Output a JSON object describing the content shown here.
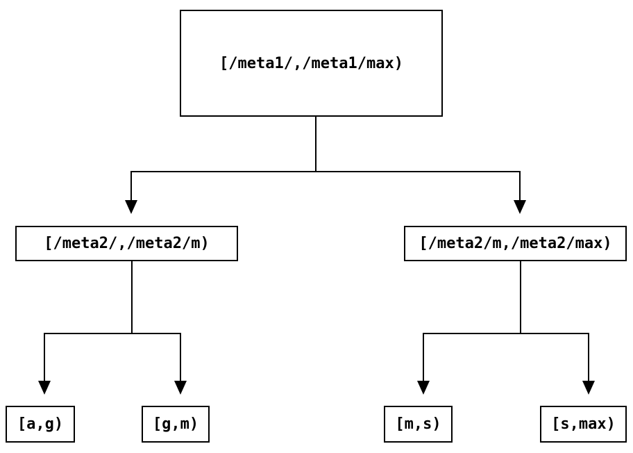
{
  "tree": {
    "root": {
      "label": "[/meta1/,/meta1/max)",
      "children": [
        {
          "label": "[/meta2/,/meta2/m)",
          "children": [
            {
              "label": "[a,g)"
            },
            {
              "label": "[g,m)"
            }
          ]
        },
        {
          "label": "[/meta2/m,/meta2/max)",
          "children": [
            {
              "label": "[m,s)"
            },
            {
              "label": "[s,max)"
            }
          ]
        }
      ]
    },
    "colors": {
      "line": "#000000",
      "text": "#000000",
      "background": "#ffffff"
    }
  }
}
